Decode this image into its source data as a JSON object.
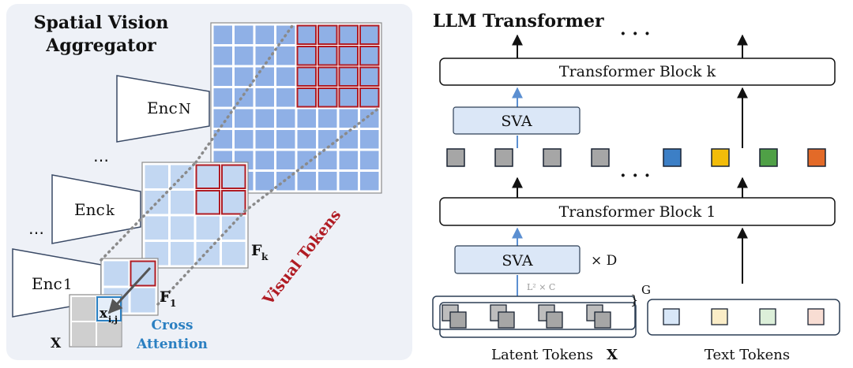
{
  "left_panel": {
    "title_line1": "Spatial Vision",
    "title_line2": "Aggregator",
    "encoders": [
      {
        "text": "Enc",
        "suffix": "N"
      },
      {
        "text": "Enc",
        "suffix": "k"
      },
      {
        "text": "Enc",
        "suffix": "1"
      }
    ],
    "ellipsis": "⋯",
    "feature_k": {
      "main": "F",
      "sub": "k"
    },
    "feature_1": {
      "main": "F",
      "sub": "1"
    },
    "query": {
      "main": "x",
      "sub": "i,j"
    },
    "query_map": "X",
    "cross_attention_line1": "Cross",
    "cross_attention_line2": "Attention",
    "visual_tokens": "Visual Tokens"
  },
  "right_panel": {
    "title": "LLM Transformer",
    "dots": "· · ·",
    "block_top": "Transformer Block k",
    "block_bottom": "Transformer Block 1",
    "sva_top": "SVA",
    "sva_bottom": "SVA",
    "times_d": "× D",
    "dim_label": "L² × C",
    "group_label": "G",
    "latent_label_text": "Latent Tokens",
    "latent_label_var": "X",
    "text_label": "Text Tokens"
  },
  "colors": {
    "panel_bg": "#eef1f7",
    "grid_dark": "#8fb0e6",
    "grid_light": "#c2d7f2",
    "highlight_red": "#b01b23",
    "cross_attention_blue": "#2a7fc1",
    "sva_fill": "#dbe7f7",
    "token_gray": "#a6a6a6",
    "token_blue": "#3c7fc6",
    "token_yellow": "#f2bc0a",
    "token_green": "#4fa046",
    "token_orange": "#e36a28"
  }
}
